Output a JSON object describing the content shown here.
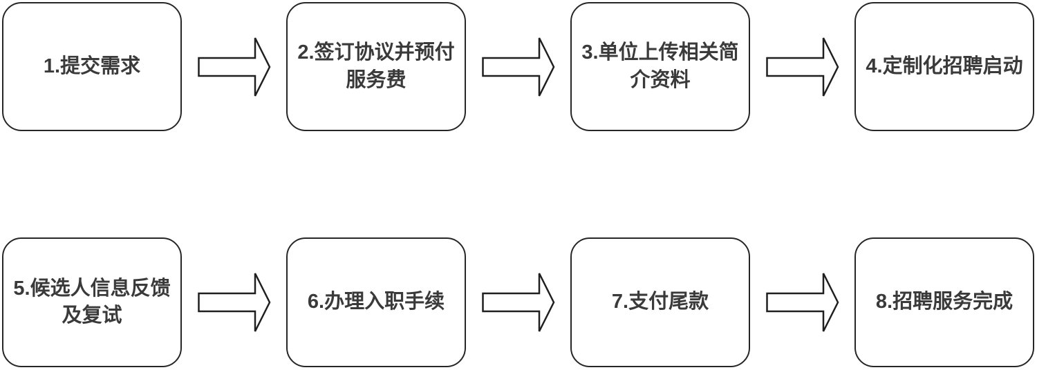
{
  "diagram": {
    "type": "flowchart",
    "direction": "left-to-right, two rows",
    "colors": {
      "background": "#ffffff",
      "box_fill": "#ffffff",
      "box_border": "#262626",
      "text": "#3a3a3a",
      "arrow_outline": "#1f1f1f",
      "arrow_fill": "#ffffff"
    }
  },
  "steps": [
    {
      "id": 1,
      "label": "1.提交需求"
    },
    {
      "id": 2,
      "label": "2.签订协议并预付\n服务费"
    },
    {
      "id": 3,
      "label": "3.单位上传相关简\n介资料"
    },
    {
      "id": 4,
      "label": "4.定制化招聘启动"
    },
    {
      "id": 5,
      "label": "5.候选人信息反馈\n及复试"
    },
    {
      "id": 6,
      "label": "6.办理入职手续"
    },
    {
      "id": 7,
      "label": "7.支付尾款"
    },
    {
      "id": 8,
      "label": "8.招聘服务完成"
    }
  ]
}
